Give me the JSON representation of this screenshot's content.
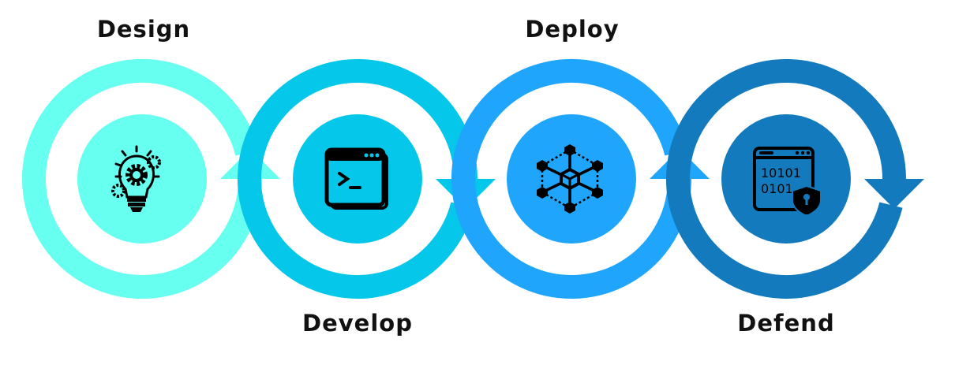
{
  "stages": [
    {
      "label": "Design",
      "icon": "lightbulb-gears-icon",
      "color": "#66fff0",
      "arrow": "up",
      "label_pos": "top"
    },
    {
      "label": "Develop",
      "icon": "terminal-window-icon",
      "color": "#05c7ea",
      "arrow": "down",
      "label_pos": "bottom"
    },
    {
      "label": "Deploy",
      "icon": "network-cube-icon",
      "color": "#1fa5fb",
      "arrow": "up",
      "label_pos": "top"
    },
    {
      "label": "Defend",
      "icon": "secure-code-window-icon",
      "color": "#137bbd",
      "arrow": "down",
      "label_pos": "bottom"
    }
  ],
  "defend_icon_text": [
    "10101",
    "0101"
  ]
}
